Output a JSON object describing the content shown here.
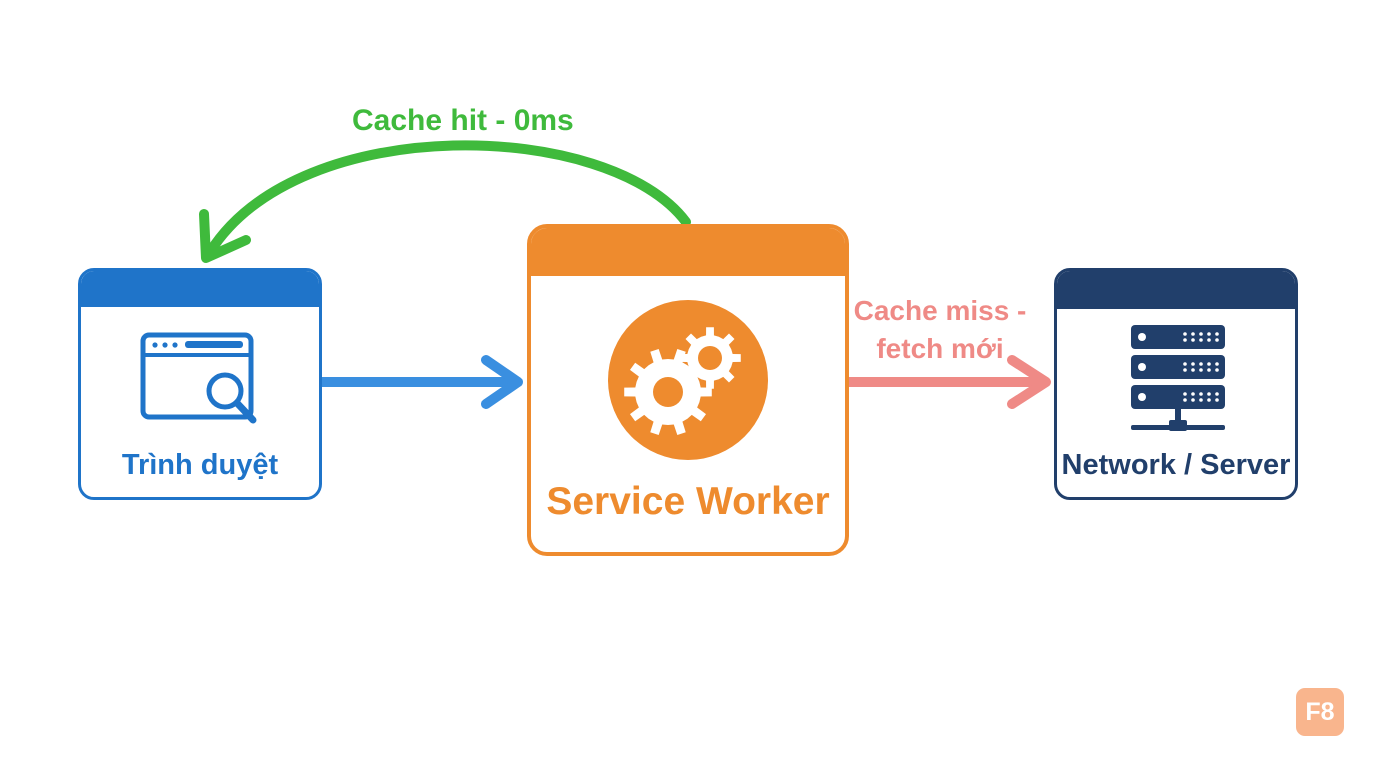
{
  "colors": {
    "browser": "#1f74c9",
    "browser_arrow": "#3a8fe0",
    "service_worker": "#ee8b2e",
    "server": "#213f6b",
    "cache_hit": "#3fba3c",
    "cache_miss": "#ef8a86",
    "logo": "#f9b58d"
  },
  "nodes": {
    "browser": {
      "label": "Trình duyệt",
      "icon": "browser-search-icon"
    },
    "service_worker": {
      "label": "Service Worker",
      "icon": "gears-icon"
    },
    "server": {
      "label": "Network / Server",
      "icon": "server-rack-icon"
    }
  },
  "edges": {
    "cache_hit": {
      "label": "Cache hit - 0ms"
    },
    "cache_miss": {
      "label_line1": "Cache miss -",
      "label_line2": "fetch mới"
    }
  },
  "logo": {
    "text": "F8"
  }
}
